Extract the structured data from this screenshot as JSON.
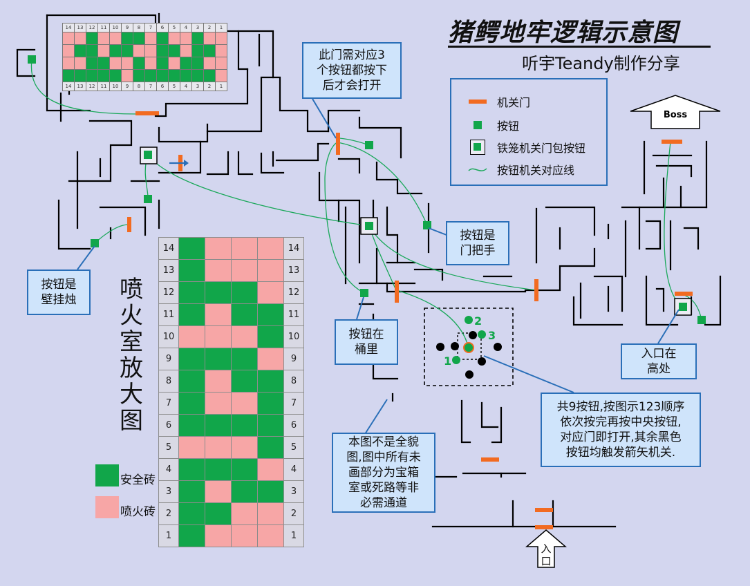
{
  "title": "猪鳄地牢逻辑示意图",
  "subtitle": "听宇Teandy制作分享",
  "legend": {
    "gate": "机关门",
    "button": "按钮",
    "caged_button": "铁笼机关门包按钮",
    "link_line": "按钮机关对应线"
  },
  "colors": {
    "background": "#d3d6ef",
    "wall": "#000000",
    "gate": "#f26b21",
    "button": "#11a64a",
    "link_line": "#1aa85a",
    "callout_border": "#2a6fb8",
    "callout_fill": "#cfe4fb",
    "safe_tile": "#11a64a",
    "fire_tile": "#f7a6a6"
  },
  "callouts": {
    "door_three_buttons": "此门需对应3\n个按钮都按下\n后才会打开",
    "button_wall_torch": "按钮是\n壁挂烛",
    "button_door_handle": "按钮是\n门把手",
    "button_in_bucket": "按钮在\n桶里",
    "entrance_high": "入口在\n高处",
    "nine_buttons": "共9按钮,按图示123顺序\n依次按完再按中央按钮,\n对应门即打开,其余黑色\n按钮均触发箭矢机关.",
    "not_full_map": "本图不是全貌\n图,图中所有未\n画部分为宝箱\n室或死路等非\n必需通道"
  },
  "boss_label": "Boss",
  "entrance_label": "入\n口",
  "puzzle_labels": [
    "1",
    "2",
    "3"
  ],
  "fire_room": {
    "title": "喷火室放大图",
    "title_chars": [
      "喷",
      "火",
      "室",
      "放",
      "大",
      "图"
    ],
    "legend_safe": "安全砖",
    "legend_fire": "喷火砖",
    "row_labels": [
      "14",
      "13",
      "12",
      "11",
      "10",
      "9",
      "8",
      "7",
      "6",
      "5",
      "4",
      "3",
      "2",
      "1"
    ],
    "rows": [
      [
        "S",
        "F",
        "F",
        "F"
      ],
      [
        "S",
        "F",
        "F",
        "F"
      ],
      [
        "S",
        "S",
        "S",
        "F"
      ],
      [
        "S",
        "F",
        "S",
        "S"
      ],
      [
        "F",
        "F",
        "F",
        "S"
      ],
      [
        "S",
        "S",
        "S",
        "F"
      ],
      [
        "S",
        "F",
        "S",
        "S"
      ],
      [
        "S",
        "F",
        "F",
        "S"
      ],
      [
        "S",
        "S",
        "S",
        "S"
      ],
      [
        "F",
        "F",
        "F",
        "S"
      ],
      [
        "S",
        "S",
        "S",
        "F"
      ],
      [
        "S",
        "F",
        "S",
        "S"
      ],
      [
        "S",
        "S",
        "F",
        "F"
      ],
      [
        "S",
        "F",
        "F",
        "F"
      ]
    ]
  },
  "mini_map": {
    "col_labels": [
      "14",
      "13",
      "12",
      "11",
      "10",
      "9",
      "8",
      "7",
      "6",
      "5",
      "4",
      "3",
      "2",
      "1"
    ],
    "rows": [
      [
        "F",
        "F",
        "S",
        "F",
        "F",
        "S",
        "S",
        "F",
        "S",
        "F",
        "F",
        "S",
        "F",
        "F"
      ],
      [
        "F",
        "S",
        "S",
        "F",
        "S",
        "S",
        "F",
        "F",
        "S",
        "S",
        "F",
        "S",
        "S",
        "F"
      ],
      [
        "F",
        "F",
        "S",
        "S",
        "F",
        "F",
        "S",
        "F",
        "S",
        "F",
        "S",
        "S",
        "F",
        "F"
      ],
      [
        "S",
        "S",
        "S",
        "S",
        "S",
        "F",
        "S",
        "S",
        "S",
        "S",
        "S",
        "S",
        "S",
        "F"
      ]
    ]
  }
}
